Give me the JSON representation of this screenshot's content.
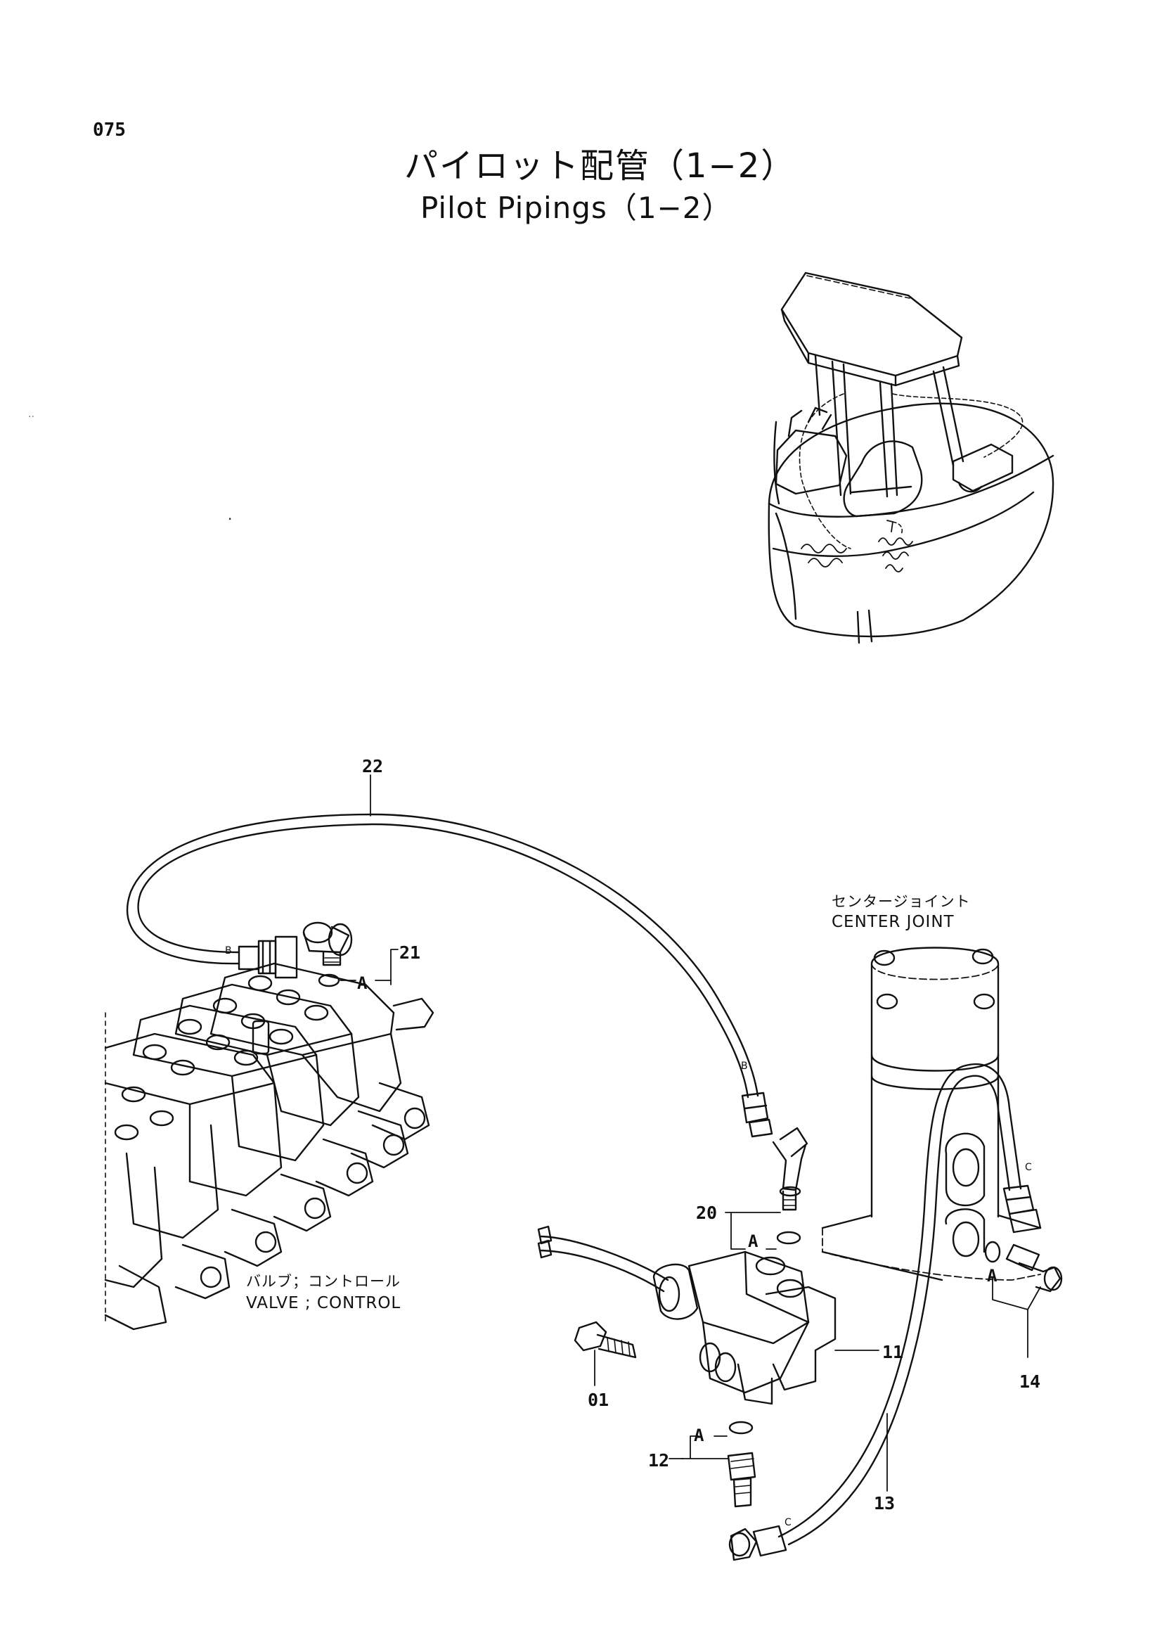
{
  "page": {
    "number": "075",
    "title_jp": "パイロット配管（1−2）",
    "title_en": "Pilot Pipings（1−2）"
  },
  "components": {
    "center_joint": {
      "label_jp": "センタージョイント",
      "label_en": "CENTER JOINT"
    },
    "control_valve": {
      "label_jp": "バルブ；コントロール",
      "label_en": "VALVE ; CONTROL"
    }
  },
  "callouts": {
    "c22": "22",
    "c21": "21",
    "c20": "20",
    "c11": "11",
    "c01": "01",
    "c12": "12",
    "c13": "13",
    "c14": "14"
  },
  "markers": {
    "a": "A",
    "b": "B",
    "c": "C"
  }
}
